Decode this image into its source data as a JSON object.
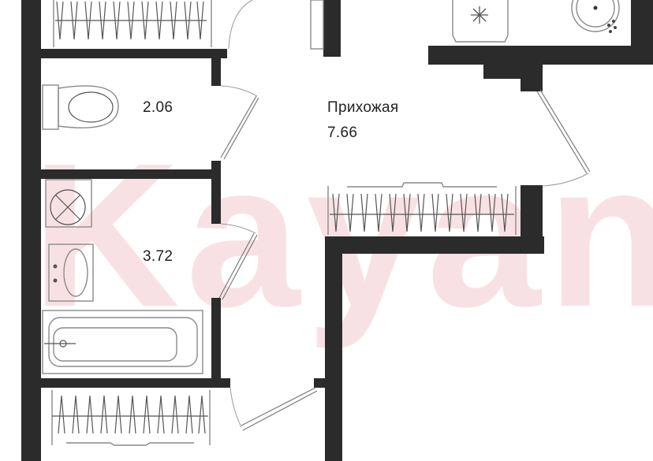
{
  "plan": {
    "watermark": "Kayan",
    "rooms": [
      {
        "id": "toilet",
        "area": "2.06"
      },
      {
        "id": "hallway",
        "name": "Прихожая",
        "area": "7.66"
      },
      {
        "id": "bathroom",
        "area": "3.72"
      }
    ],
    "fixtures": [
      "wardrobe-top",
      "toilet-bowl",
      "washing-machine",
      "sink-bathroom",
      "bathtub",
      "wardrobe-bottom",
      "wardrobe-hallway",
      "stove",
      "kitchen-sink"
    ],
    "colors": {
      "wall": "#2b2b2b",
      "fixture": "#8a8a8a",
      "watermark": "#f4c9cf"
    }
  }
}
